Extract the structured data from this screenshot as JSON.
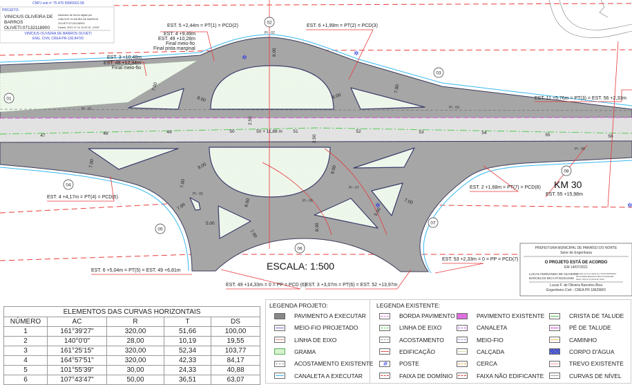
{
  "title_block_top": {
    "cnpj": "CNPJ sob nº 75.470.558/0001-58",
    "projeto_label": "PROJETO:",
    "name_lines": [
      "VINICIUS OLIVEIRA DE",
      "BARROS",
      "OLIVETI:07132118900"
    ],
    "signature_lines": [
      "Assinado de forma digital por",
      "VINICIUS OLIVEIRA DE BARROS",
      "OLIVETI:07132118900",
      "Dados: 2021.07.14 10:42:01 -03'00'"
    ],
    "engineer_name": "VINÍCIUS OLIVEIRA DE BARROS OLIVETI",
    "engineer_crea": "ENG. CIVIL CREA PR-130.847/D"
  },
  "title_block_bottom": {
    "org": "PREFEITURA MUNICIPAL DE PARAÍSO DO NORTE",
    "sector": "Setor de Engenharia",
    "approval": "O PROJETO ESTÁ DE ACORDO",
    "date": "EM 14/07/2021",
    "name_lines": [
      "LUCAS FERNANDO DE OLIVEIRA",
      "BARCELOS BICA:07422411948"
    ],
    "signature_lines": [
      "Assinado de forma digital por LUCAS FERNANDO",
      "DE OLIVEIRA BARCELOS BICA:07422411948",
      "Dados: 2021.07.15 08:23:39 -03'00'"
    ],
    "engineer_name": "Lucas F. de Oliveira Barcelos Bica",
    "engineer_crea": "Engenheiro Civil - CREA PR 186298/D"
  },
  "drawing": {
    "scale": "ESCALA: 1:500",
    "km": "KM 30",
    "circles": [
      "01",
      "02",
      "03",
      "04",
      "05",
      "06",
      "07",
      "08"
    ],
    "stations": [
      "47",
      "48",
      "49",
      "50",
      "50 + 11,88 m",
      "51",
      "52",
      "53",
      "54",
      "55",
      "56"
    ],
    "est_labels": [
      "EST. 5 +2,44m = PT(1) = PCD(2)",
      "EST. 4 +9,49m",
      "EST. 49 +10,28m",
      "Final meio-fio",
      "Final pista marginal",
      "EST. 3 +10,48m",
      "EST. 48 +12,34m",
      "Final meio-fio",
      "EST. 6 +1,99m = PT(2) = PCD(3)",
      "EST. 11 +5,76m = PT(3) = EST. 56 +2,33m",
      "EST. 2 +1,68m = PT(7) = PCD(8)",
      "EST. 55 +15,98m",
      "EST. 4 +4,17m = PT(4) = PCD(5)",
      "EST. 6 +5,04m = PT(5) = EST. 49 +6,81m",
      "EST. 49 +14,33m = 0 = PP = PCD (6)",
      "EST. 3 +3,07m = PT(6) = EST. 52 +13,97m",
      "EST. 53 +2,33m = 0 = PP = PCD(7)"
    ],
    "pi_labels": [
      "PI - 01",
      "PI - 02",
      "PI - 03",
      "PI - 05",
      "PI - 06",
      "PI - 07",
      "PI - 08"
    ],
    "dimensions": [
      "7.00",
      "8.00",
      "8.00",
      "7.00",
      "8.00",
      "2.50",
      "2.50",
      "7.00",
      "8.00",
      "7.00",
      "7.00",
      "5.00",
      "8.00",
      "7.00",
      "8.00",
      "5.00",
      "7.00",
      "8.00"
    ]
  },
  "curve_table": {
    "title": "ELEMENTOS DAS CURVAS HORIZONTAIS",
    "headers": [
      "NÚMERO",
      "AC",
      "R",
      "T",
      "DS"
    ],
    "rows": [
      [
        "1",
        "161°39'27\"",
        "320,00",
        "51,66",
        "100,00"
      ],
      [
        "2",
        "140°0'0\"",
        "28,00",
        "10,19",
        "19,55"
      ],
      [
        "3",
        "161°25'15\"",
        "320,00",
        "52,34",
        "103,77"
      ],
      [
        "4",
        "164°57'51\"",
        "320,00",
        "42,33",
        "84,17"
      ],
      [
        "5",
        "101°55'39\"",
        "30,00",
        "24,33",
        "40,88"
      ],
      [
        "6",
        "107°43'47\"",
        "50,00",
        "36,51",
        "63,07"
      ]
    ]
  },
  "legend_projeto": {
    "title": "LEGENDA PROJETO:",
    "items": [
      {
        "label": "PAVIMENTO A EXECUTAR",
        "color": "#888888"
      },
      {
        "label": "MEIO-FIO PROJETADO",
        "color": "#6a6ad8"
      },
      {
        "label": "LINHA DE EIXO",
        "color": "#f08080"
      },
      {
        "label": "GRAMA",
        "color": "#9be39b"
      },
      {
        "label": "ACOSTAMENTO EXISTENTE",
        "color": "#999999"
      },
      {
        "label": "CANALETA A EXECUTAR",
        "color": "#33b5f0"
      }
    ]
  },
  "legend_existente": {
    "title": "LEGENDA EXISTENTE:",
    "items": [
      {
        "label": "BORDA PAVIMENTO",
        "color": "#f070e0"
      },
      {
        "label": "LINHA DE EIXO",
        "color": "#55d055"
      },
      {
        "label": "ACOSTAMENTO",
        "color": "#999999"
      },
      {
        "label": "EDIFICAÇÃO",
        "color": "#e05050"
      },
      {
        "label": "POSTE",
        "color": "#2233dd"
      },
      {
        "label": "FAIXA DE DOMÍNIO",
        "color": "#e03030"
      },
      {
        "label": "PAVIMENTO EXISTENTE",
        "color": "#e070e0"
      },
      {
        "label": "CANALETA",
        "color": "#c050f0"
      },
      {
        "label": "MEIO-FIO",
        "color": "#9a8ae0"
      },
      {
        "label": "CALÇADA",
        "color": "#d8d8a8"
      },
      {
        "label": "CERCA",
        "color": "#f0a040"
      },
      {
        "label": "FAIXA NÃO EDIFICANTE",
        "color": "#e03030"
      },
      {
        "label": "CRISTA DE TALUDE",
        "color": "#55c055"
      },
      {
        "label": "PÉ DE TALUDE",
        "color": "#d040d0"
      },
      {
        "label": "CAMINHO",
        "color": "#f0c050"
      },
      {
        "label": "CORPO D'ÁGUA",
        "color": "#3344dd"
      },
      {
        "label": "TREVO EXISTENTE",
        "color": "#f0a0a0"
      },
      {
        "label": "CURVAS DE NÍVEL",
        "color": "#999999"
      }
    ]
  }
}
